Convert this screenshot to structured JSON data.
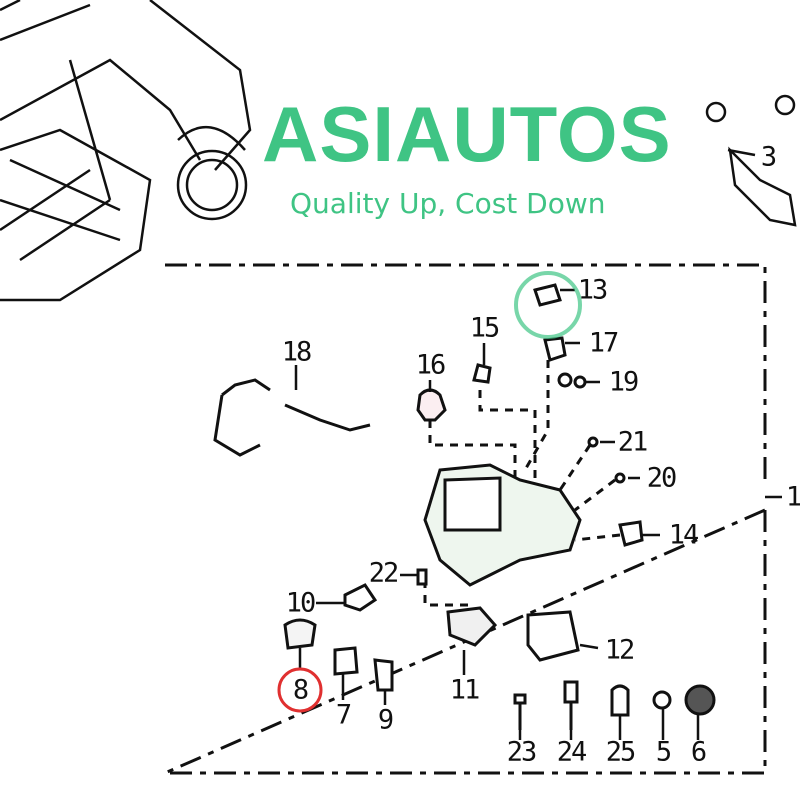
{
  "diagram": {
    "title": "Parts exploded view",
    "assembly_callout": "1",
    "highlighted_part": "8",
    "highlight_color": "#e03030",
    "callouts": [
      "3",
      "13",
      "15",
      "17",
      "18",
      "16",
      "19",
      "21",
      "20",
      "14",
      "22",
      "10",
      "12",
      "8",
      "7",
      "9",
      "11",
      "23",
      "24",
      "25",
      "5",
      "6"
    ]
  },
  "watermark": {
    "brand": "ASIAUTOS",
    "slogan": "Quality Up, Cost Down"
  }
}
